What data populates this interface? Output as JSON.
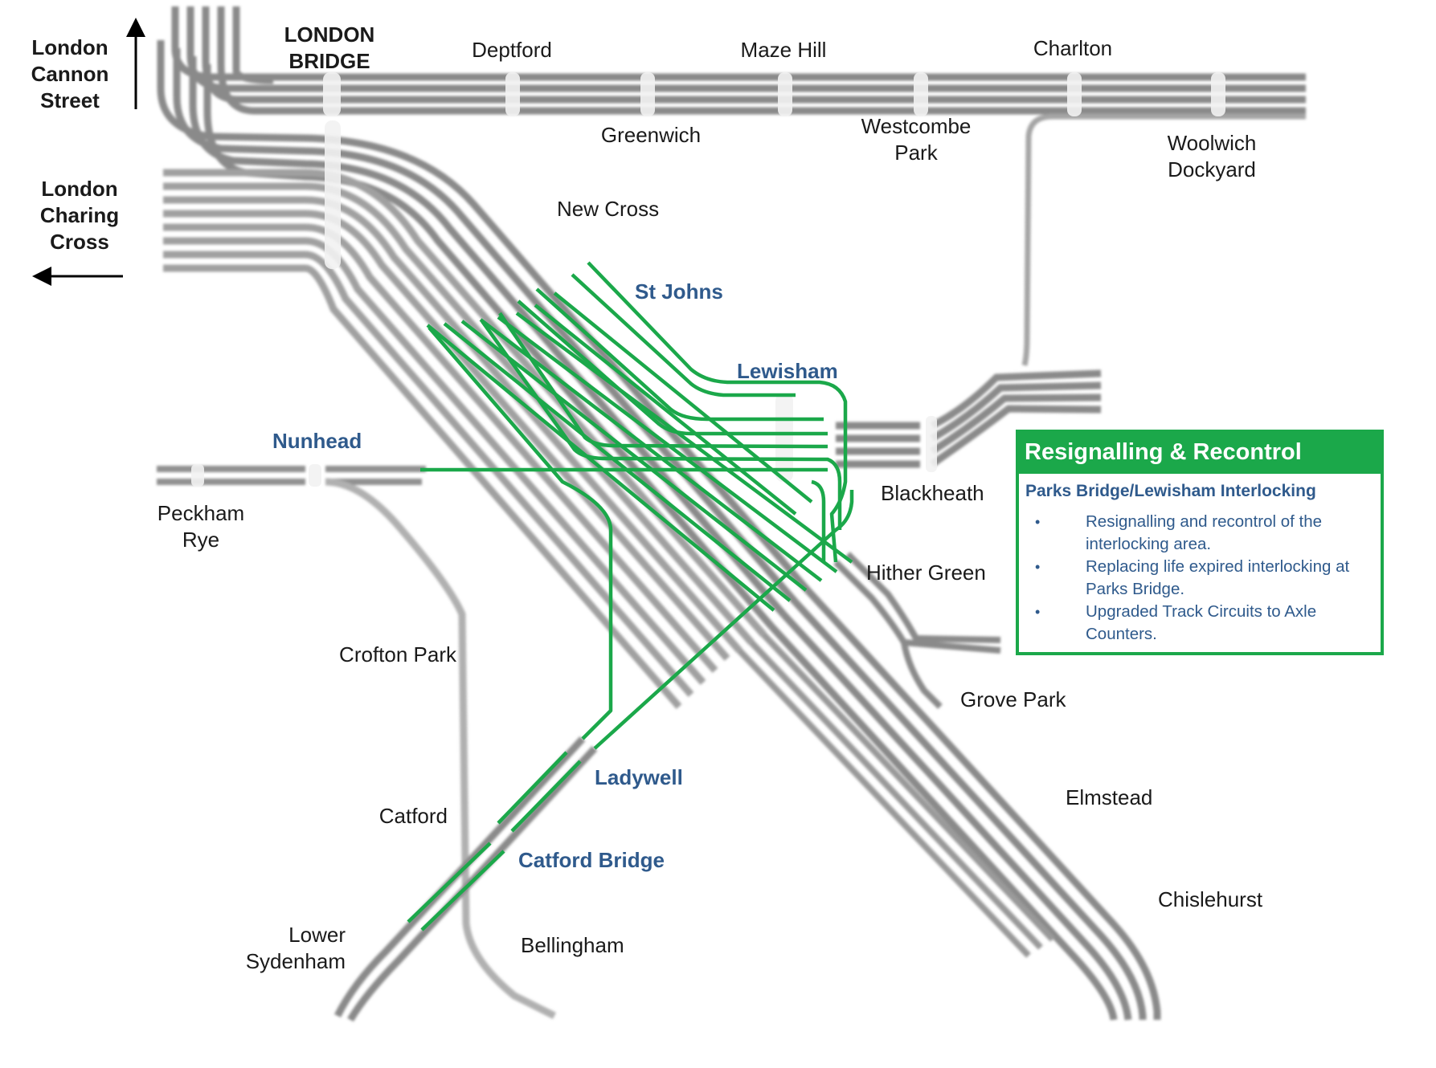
{
  "colors": {
    "track": "#8a8a8a",
    "track_dark": "#6e6e6e",
    "track_light": "#bdbdbd",
    "highlight": "#1ba84a",
    "label_blue": "#2f5a8c",
    "text": "#1a1a1a"
  },
  "directions": {
    "cannon_street": "London\nCannon\nStreet",
    "charing_cross": "London\nCharing\nCross"
  },
  "stations": {
    "london_bridge": "LONDON\nBRIDGE",
    "deptford": "Deptford",
    "maze_hill": "Maze Hill",
    "charlton": "Charlton",
    "greenwich": "Greenwich",
    "westcombe_park": "Westcombe\nPark",
    "woolwich_dockyard": "Woolwich\nDockyard",
    "new_cross": "New Cross",
    "st_johns": "St Johns",
    "lewisham": "Lewisham",
    "nunhead": "Nunhead",
    "peckham_rye": "Peckham\nRye",
    "blackheath": "Blackheath",
    "hither_green": "Hither Green",
    "crofton_park": "Crofton Park",
    "grove_park": "Grove Park",
    "ladywell": "Ladywell",
    "catford": "Catford",
    "elmstead": "Elmstead",
    "catford_bridge": "Catford Bridge",
    "chislehurst": "Chislehurst",
    "lower_sydenham": "Lower\nSydenham",
    "bellingham": "Bellingham"
  },
  "info_box": {
    "title": "Resignalling & Recontrol",
    "subtitle": "Parks Bridge/Lewisham Interlocking",
    "bullets": [
      "Resignalling and recontrol of the interlocking area.",
      "Replacing life expired interlocking at Parks Bridge.",
      "Upgraded Track Circuits to Axle Counters."
    ]
  }
}
